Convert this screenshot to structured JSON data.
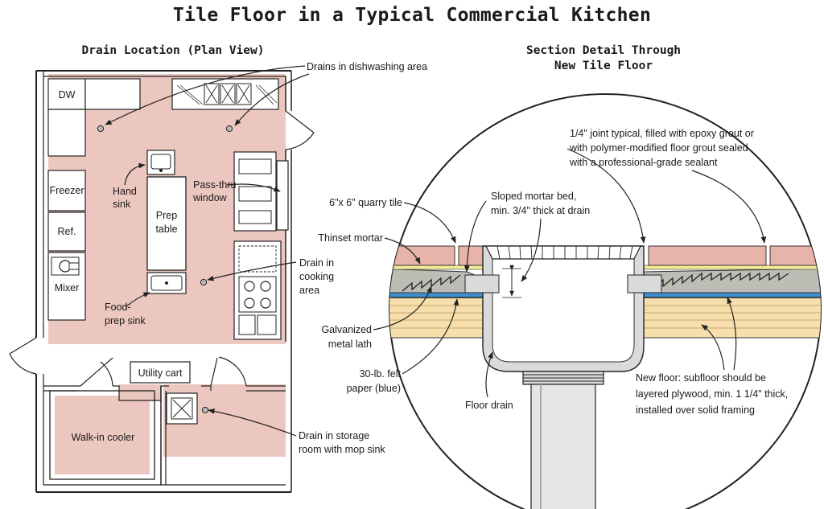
{
  "title": "Tile Floor in a Typical Commercial Kitchen",
  "plan": {
    "heading": "Drain Location (Plan View)",
    "rooms": {
      "dw": "DW",
      "freezer": "Freezer",
      "ref": "Ref.",
      "mixer": "Mixer",
      "prep_table_1": "Prep",
      "prep_table_2": "table",
      "utility_cart": "Utility cart",
      "walk_in_cooler": "Walk-in cooler"
    },
    "callouts": {
      "dish_drains": "Drains in dishwashing area",
      "hand_sink_1": "Hand",
      "hand_sink_2": "sink",
      "pass_thru_1": "Pass-thru",
      "pass_thru_2": "window",
      "cooking_1": "Drain in",
      "cooking_2": "cooking",
      "cooking_3": "area",
      "food_prep_1": "Food-",
      "food_prep_2": "prep sink",
      "storage_1": "Drain in storage",
      "storage_2": "room with mop sink"
    }
  },
  "section": {
    "heading_1": "Section Detail Through",
    "heading_2": "New Tile Floor",
    "callouts": {
      "joint_1": "1/4\" joint typical, filled with epoxy grout or",
      "joint_2": "with polymer-modified floor grout sealed",
      "joint_3": "with a professional-grade sealant",
      "quarry_tile": "6\"x 6\" quarry tile",
      "mortar_bed_1": "Sloped mortar bed,",
      "mortar_bed_2": "min. 3/4\" thick at drain",
      "thinset": "Thinset mortar",
      "lath_1": "Galvanized",
      "lath_2": "metal lath",
      "felt_1": "30-lb. felt",
      "felt_2": "paper (blue)",
      "floor_drain": "Floor drain",
      "subfloor_1": "New floor: subfloor should be",
      "subfloor_2": "layered plywood, min. 1 1/4\" thick,",
      "subfloor_3": "installed over solid framing"
    }
  },
  "colors": {
    "floor_pink": "#ecc7bf",
    "tile": "#e8b3a8",
    "thinset": "#f2ec9a",
    "mortar": "#bdbdb6",
    "felt_blue": "#3f8fd0",
    "plywood": "#f6dfad",
    "drain_gray": "#d8dadb"
  }
}
